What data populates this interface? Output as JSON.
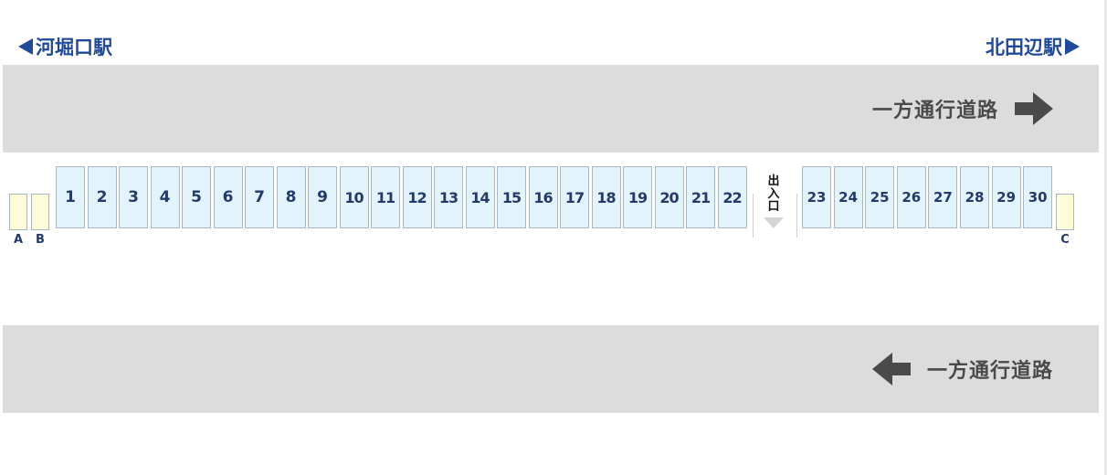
{
  "stations": {
    "left": "河堀口駅",
    "right": "北田辺駅"
  },
  "roads": {
    "top_label": "一方通行道路",
    "top_direction": "right",
    "bottom_label": "一方通行道路",
    "bottom_direction": "left"
  },
  "spaces_left": [
    "1",
    "2",
    "3",
    "4",
    "5",
    "6",
    "7",
    "8",
    "9",
    "10",
    "11",
    "12",
    "13",
    "14",
    "15",
    "16",
    "17",
    "18",
    "19",
    "20",
    "21",
    "22"
  ],
  "spaces_right": [
    "23",
    "24",
    "25",
    "26",
    "27",
    "28",
    "29",
    "30"
  ],
  "bays": {
    "a": "A",
    "b": "B",
    "c": "C"
  },
  "entrance": "出入口",
  "colors": {
    "station_text": "#1f4a9c",
    "road": "#dcdcdc",
    "road_text": "#4a4a4a",
    "space_fill": "#e2f3fb",
    "space_text": "#243a6b",
    "bay_fill": "#fdfbd8"
  }
}
